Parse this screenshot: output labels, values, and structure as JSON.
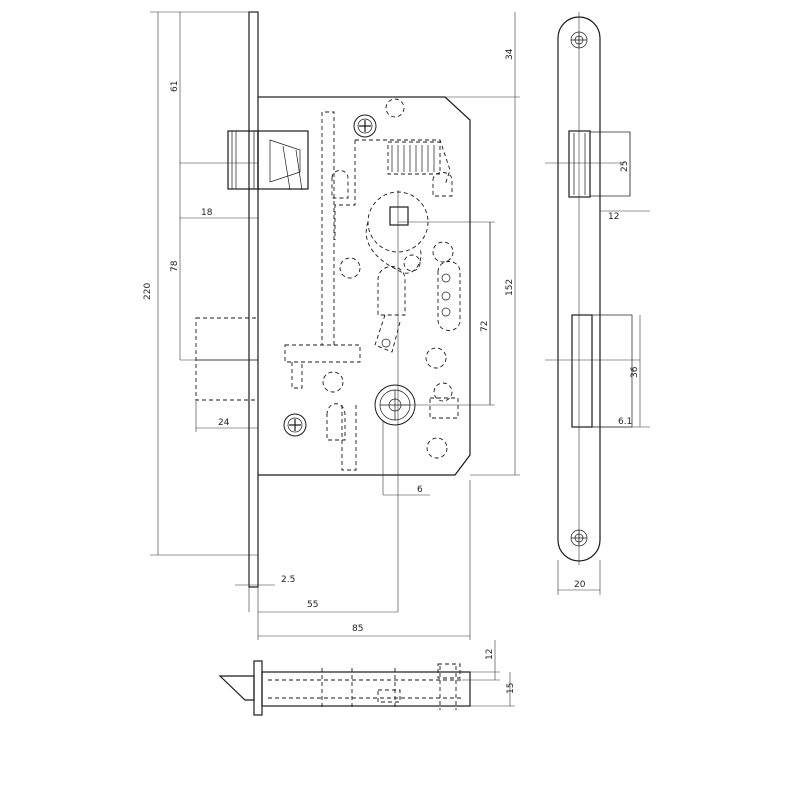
{
  "dimensions": {
    "height_total": "220",
    "top_offset": "61",
    "backset_top": "34",
    "latch_gap": "18",
    "latch_to_bolt": "78",
    "handle_to_key": "152",
    "follower_to_key": "72",
    "bolt_width": "24",
    "key_offset": "6",
    "faceplate_thickness": "2.5",
    "backset": "55",
    "case_width": "85",
    "strike_latch": "25",
    "strike_latch_offset": "12",
    "strike_bolt": "36",
    "strike_bolt_depth": "6.1",
    "strike_width": "20",
    "side_thickness_a": "12",
    "side_thickness_b": "15"
  }
}
